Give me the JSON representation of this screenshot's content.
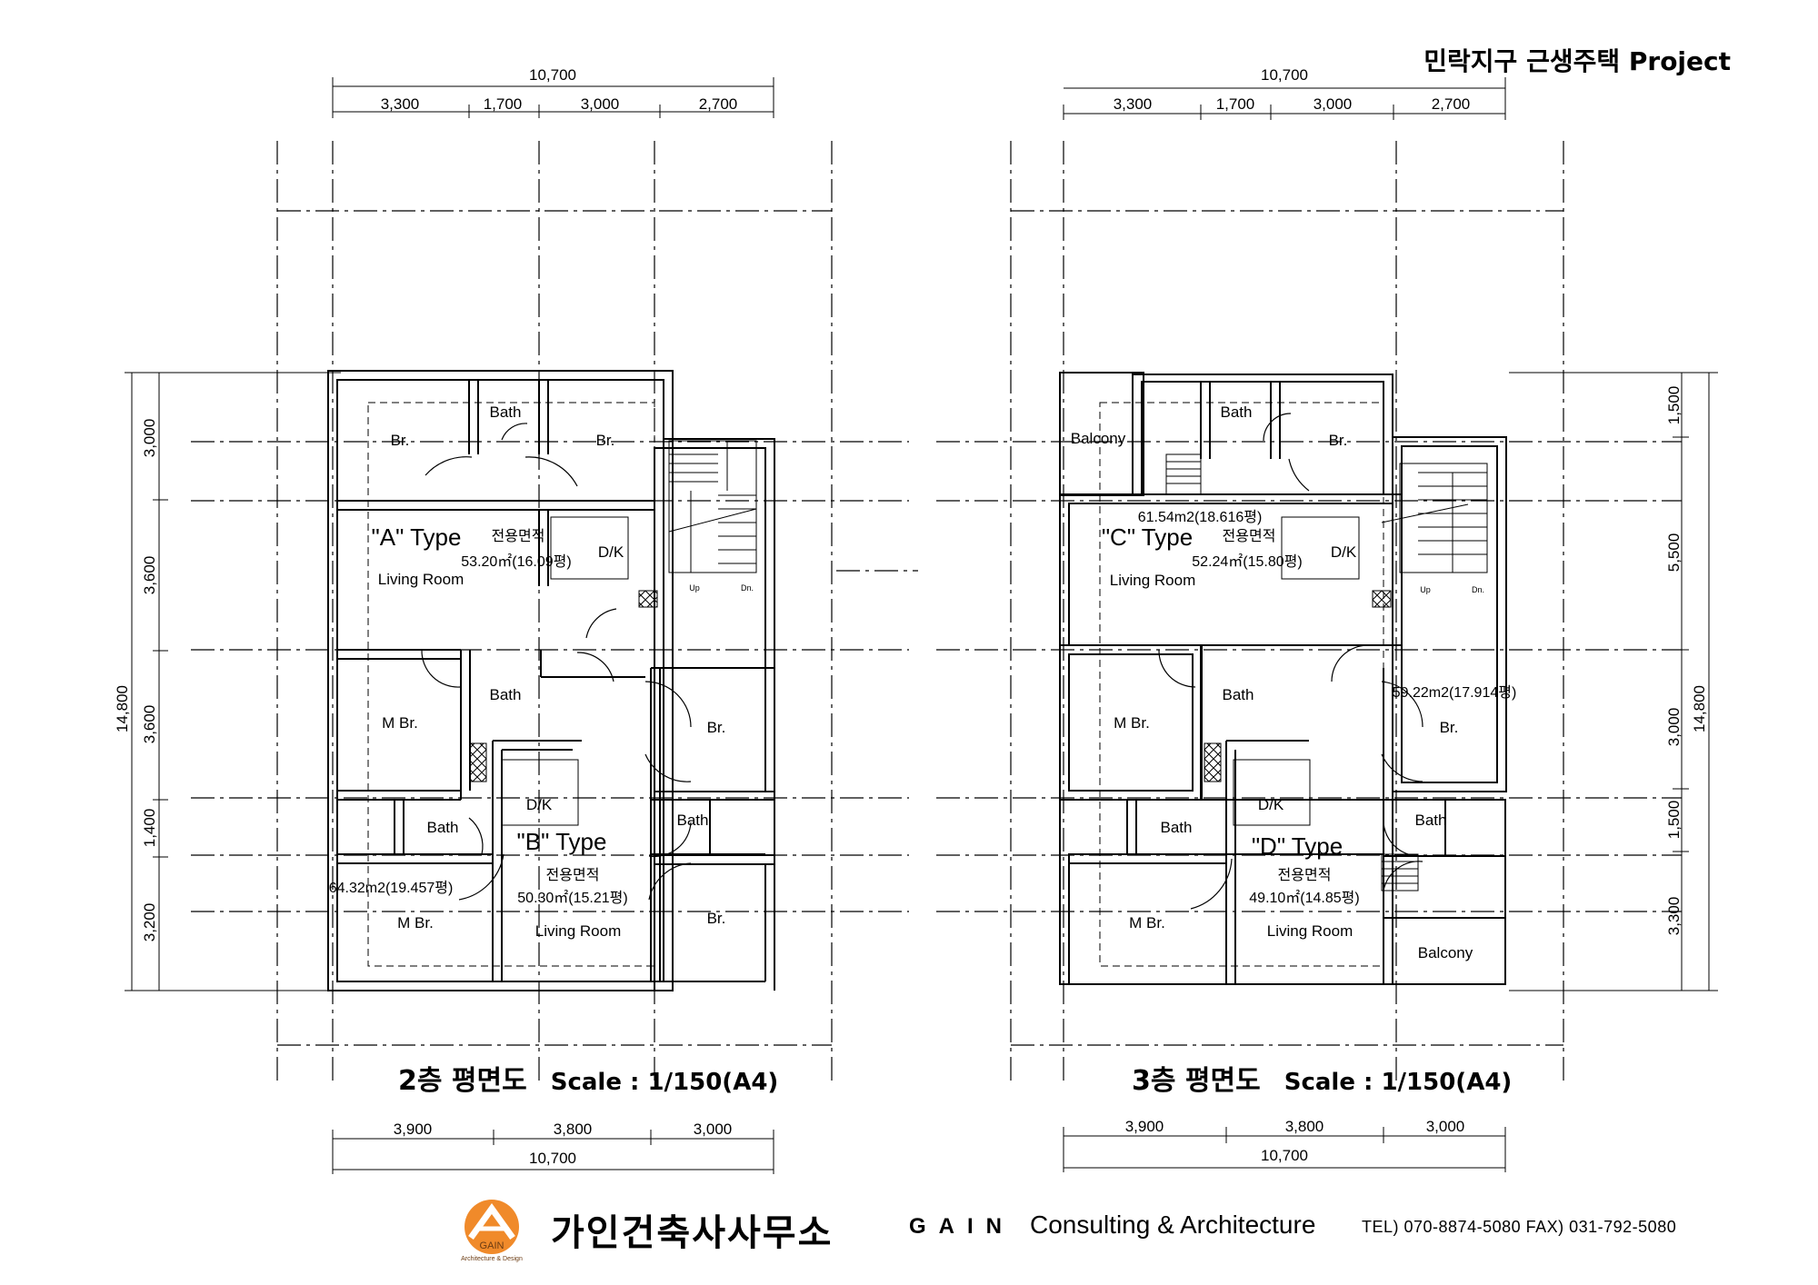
{
  "project_title": "민락지구 근생주택  Project",
  "plans": [
    {
      "floor_title": "2층 평면도",
      "scale": "Scale : 1/150(A4)",
      "top_total": "10,700",
      "top_dims": [
        "3,300",
        "1,700",
        "3,000",
        "2,700"
      ],
      "bottom_dims": [
        "3,900",
        "3,800",
        "3,000"
      ],
      "bottom_total": "10,700",
      "left_total": "14,800",
      "left_dims": [
        "3,000",
        "3,600",
        "3,600",
        "1,400",
        "3,200"
      ],
      "units": [
        {
          "type_label": "\"A\" Type",
          "area_label": "전용면적",
          "area_value": "53.20㎡(16.09평)",
          "living": "Living Room"
        },
        {
          "type_label": "\"B\" Type",
          "area_label": "전용면적",
          "area_value": "50.30㎡(15.21평)",
          "living": "Living Room"
        }
      ],
      "room_labels": [
        "Br.",
        "Bath",
        "Br.",
        "D/K",
        "M Br.",
        "Bath",
        "Br.",
        "D/K",
        "Bath",
        "Bath",
        "M Br.",
        "Br."
      ],
      "stair_labels": [
        "Up",
        "Dn."
      ],
      "side_area": "64.32m2(19.457평)"
    },
    {
      "floor_title": "3층 평면도",
      "scale": "Scale : 1/150(A4)",
      "top_total": "10,700",
      "top_dims": [
        "3,300",
        "1,700",
        "3,000",
        "2,700"
      ],
      "bottom_dims": [
        "3,900",
        "3,800",
        "3,000"
      ],
      "bottom_total": "10,700",
      "right_total": "14,800",
      "right_dims": [
        "1,500",
        "5,500",
        "3,000",
        "1,500",
        "3,300"
      ],
      "units": [
        {
          "type_label": "\"C\" Type",
          "area_label": "전용면적",
          "area_value": "52.24㎡(15.80평)",
          "living": "Living Room"
        },
        {
          "type_label": "\"D\" Type",
          "area_label": "전용면적",
          "area_value": "49.10㎡(14.85평)",
          "living": "Living Room"
        }
      ],
      "room_labels": [
        "Balcony",
        "Bath",
        "Br.",
        "D/K",
        "M Br.",
        "Bath",
        "Br.",
        "D/K",
        "Bath",
        "Bath",
        "M Br.",
        "Balcony"
      ],
      "stair_labels": [
        "Up",
        "Dn."
      ],
      "gross_areas": [
        "61.54m2(18.616평)",
        "59.22m2(17.914평)"
      ]
    }
  ],
  "footer": {
    "firm_name": "가인건축사사무소",
    "brand": "GAIN",
    "tagline": "Consulting & Architecture",
    "contact": "TEL) 070-8874-5080   FAX) 031-792-5080",
    "logo_text": "GAIN",
    "logo_subtext": "Architecture & Design"
  }
}
